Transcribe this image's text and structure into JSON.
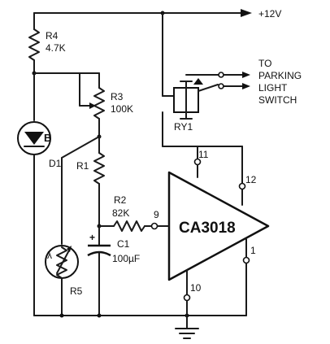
{
  "supply": {
    "label": "+12V"
  },
  "resistors": {
    "r4": {
      "name": "R4",
      "value": "4.7K"
    },
    "r3": {
      "name": "R3",
      "value": "100K"
    },
    "r1": {
      "name": "R1"
    },
    "r2": {
      "name": "R2",
      "value": "82K"
    },
    "r5": {
      "name": "R5"
    }
  },
  "capacitor": {
    "name": "C1",
    "value": "100µF",
    "polarity": "+"
  },
  "diode": {
    "name": "D1",
    "marker": "B"
  },
  "relay": {
    "name": "RY1"
  },
  "ic": {
    "name": "CA3018",
    "pins": {
      "p11": "11",
      "p12": "12",
      "p9": "9",
      "p1": "1",
      "p10": "10"
    }
  },
  "output": {
    "lines": [
      "TO",
      "PARKING",
      "LIGHT",
      "SWITCH"
    ]
  },
  "photocell": {
    "symbol": "λ"
  }
}
